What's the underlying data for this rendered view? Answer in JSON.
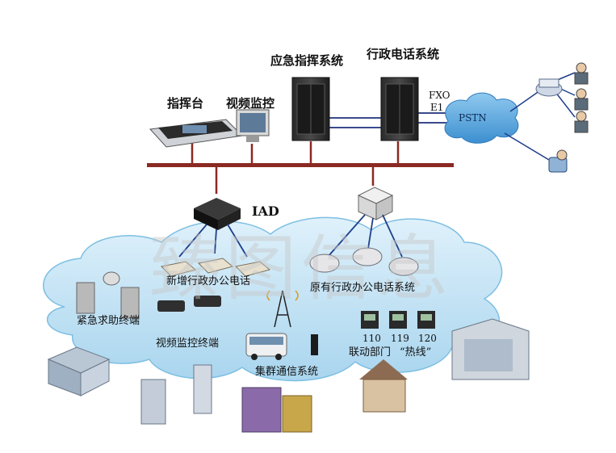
{
  "labels": {
    "emergency_system": "应急指挥系统",
    "admin_phone_system": "行政电话系统",
    "command_console": "指挥台",
    "video_monitoring": "视频监控",
    "fxo": "FXO",
    "e1": "E1",
    "pstn": "PSTN",
    "iad": "IAD",
    "new_admin_phones": "新增行政办公电话",
    "existing_admin_phones": "原有行政办公电话系统",
    "sos_terminal": "紧急求助终端",
    "video_terminal": "视频监控终端",
    "trunking_system": "集群通信系统",
    "num_110": "110",
    "num_119": "119",
    "num_120": "120",
    "linkage_dept": "联动部门",
    "hotline": "“热线”"
  },
  "watermark": "臻图信息",
  "colors": {
    "bus_line": "#8a2a22",
    "cloud_fill": "#bde0f3",
    "cloud_stroke": "#6fb3d9",
    "pstn_cloud": "#5aa7dc",
    "link_line": "#3a4a8c"
  }
}
